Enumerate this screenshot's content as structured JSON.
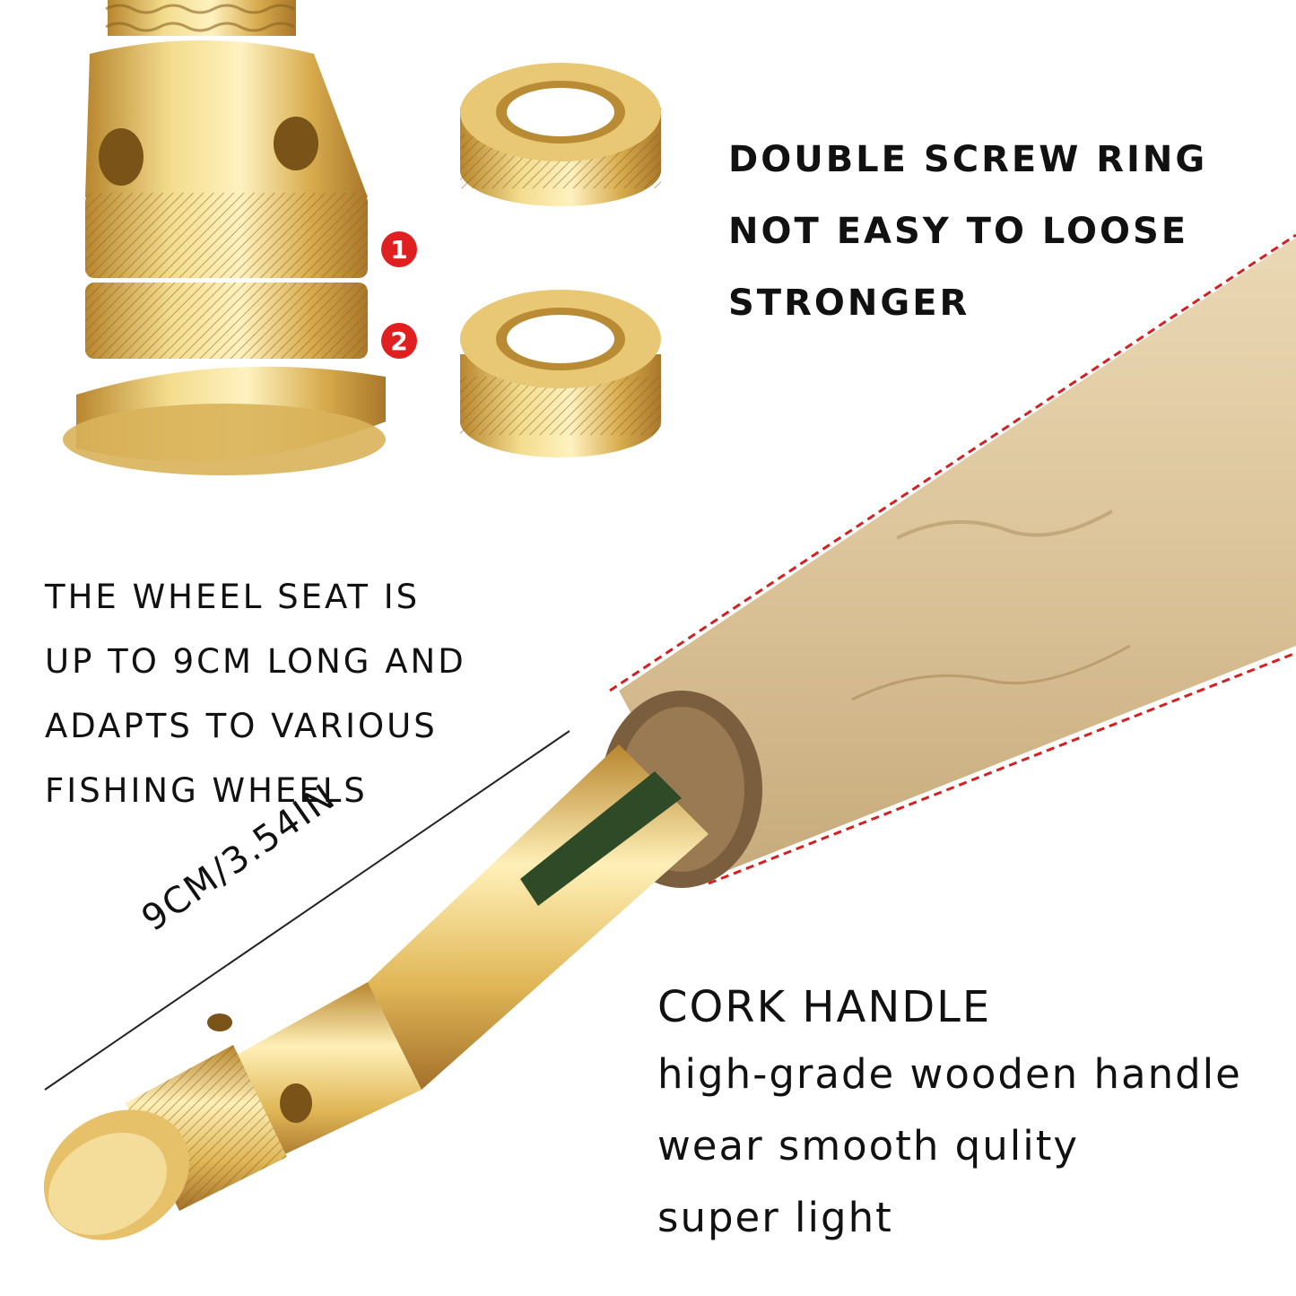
{
  "features": {
    "lines": [
      "DOUBLE SCREW RING",
      "NOT EASY TO LOOSE",
      "STRONGER"
    ]
  },
  "wheel_seat": {
    "lines": [
      "THE WHEEL SEAT IS",
      "UP TO 9CM LONG AND",
      "ADAPTS TO VARIOUS",
      "FISHING WHEELS"
    ]
  },
  "dimension": {
    "label": "9CM/3.54IN"
  },
  "cork": {
    "title": "CORK HANDLE",
    "lines": [
      "high-grade wooden handle",
      "wear smooth qulity",
      "super light"
    ]
  },
  "badges": {
    "one": "1",
    "two": "2"
  },
  "colors": {
    "gold": "#d8b45a",
    "cork": "#dcc8a0",
    "accent_red": "#e02020"
  }
}
